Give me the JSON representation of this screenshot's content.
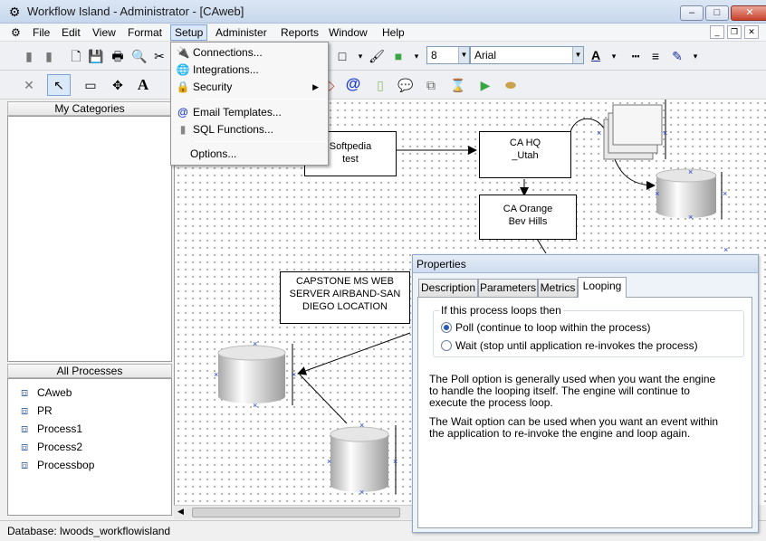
{
  "window": {
    "title": "Workflow Island - Administrator - [CAweb]",
    "minimize": "–",
    "maximize": "□",
    "close": "✕"
  },
  "menu": {
    "items": [
      "File",
      "Edit",
      "View",
      "Format",
      "Setup",
      "Administer",
      "Reports",
      "Window",
      "Help"
    ],
    "active": "Setup"
  },
  "toolbar": {
    "font_size": "8",
    "font_name": "Arial"
  },
  "setup_menu": {
    "items": [
      {
        "label": "Connections...",
        "icon": "plug-icon"
      },
      {
        "label": "Integrations...",
        "icon": "globe-icon"
      },
      {
        "label": "Security",
        "icon": "lock-icon",
        "submenu": true
      },
      {
        "label": "Email Templates...",
        "icon": "at-icon"
      },
      {
        "label": "SQL Functions...",
        "icon": "database-icon"
      },
      {
        "label": "Options...",
        "icon": ""
      }
    ]
  },
  "left_panel": {
    "categories_title": "My Categories",
    "processes_title": "All Processes",
    "processes": [
      "CAweb",
      "PR",
      "Process1",
      "Process2",
      "Processbop"
    ]
  },
  "canvas": {
    "nodes": {
      "softpedia": "Softpedia\ntest",
      "ca_hq": "CA HQ\n_Utah",
      "ca_orange": "CA Orange\nBev Hills",
      "capstone": "CAPSTONE MS WEB\nSERVER AIRBAND-SAN\nDIEGO LOCATION"
    }
  },
  "properties": {
    "title": "Properties",
    "tabs": [
      "Description",
      "Parameters",
      "Metrics",
      "Looping"
    ],
    "active_tab": "Looping",
    "group_title": "If this process loops then",
    "options": [
      {
        "label": "Poll (continue to loop within the process)",
        "selected": true
      },
      {
        "label": "Wait (stop until application re-invokes the process)",
        "selected": false
      }
    ],
    "desc1": "The Poll option is generally used when you want the engine to handle the looping itself.  The engine will continue to execute the process loop.",
    "desc2": "The Wait option can be used when you want an event within the application to re-invoke the engine and loop again."
  },
  "status": {
    "text": "Database: lwoods_workflowisland"
  },
  "colors": {
    "accent": "#2859b8",
    "connector": "#000000",
    "handle": "#1a3bd0"
  }
}
